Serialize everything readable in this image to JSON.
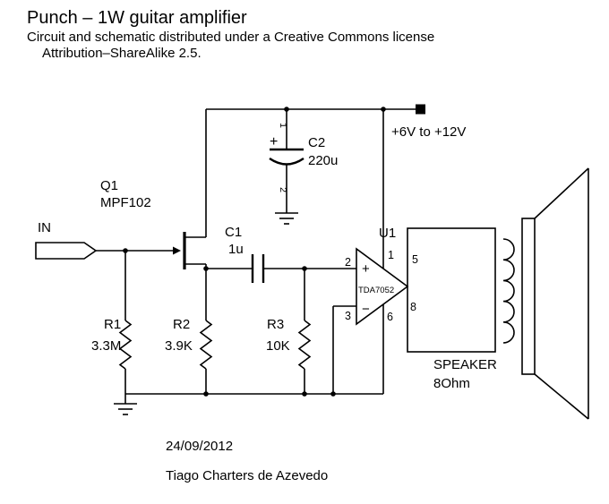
{
  "header": {
    "title": "Punch – 1W guitar amplifier",
    "license1": "Circuit and schematic distributed under a Creative Commons license",
    "license2": "Attribution–ShareAlike 2.5."
  },
  "power": {
    "rail_label": "+6V to +12V"
  },
  "input": {
    "label": "IN"
  },
  "q1": {
    "ref": "Q1",
    "part": "MPF102"
  },
  "c1": {
    "ref": "C1",
    "value": "1u"
  },
  "c2": {
    "ref": "C2",
    "value": "220u",
    "polarity": "+",
    "pin_top": "1",
    "pin_bottom": "2"
  },
  "u1": {
    "ref": "U1",
    "part": "TDA7052",
    "plus": "+",
    "minus": "−",
    "pin_in": "2",
    "pin_fb": "3",
    "pin_vcc": "1",
    "pin_gnd": "6",
    "pin_out1": "5",
    "pin_out2": "8"
  },
  "r1": {
    "ref": "R1",
    "value": "3.3M"
  },
  "r2": {
    "ref": "R2",
    "value": "3.9K"
  },
  "r3": {
    "ref": "R3",
    "value": "10K"
  },
  "speaker": {
    "name": "SPEAKER",
    "impedance": "8Ohm"
  },
  "footer": {
    "date": "24/09/2012",
    "author": "Tiago Charters de Azevedo"
  }
}
